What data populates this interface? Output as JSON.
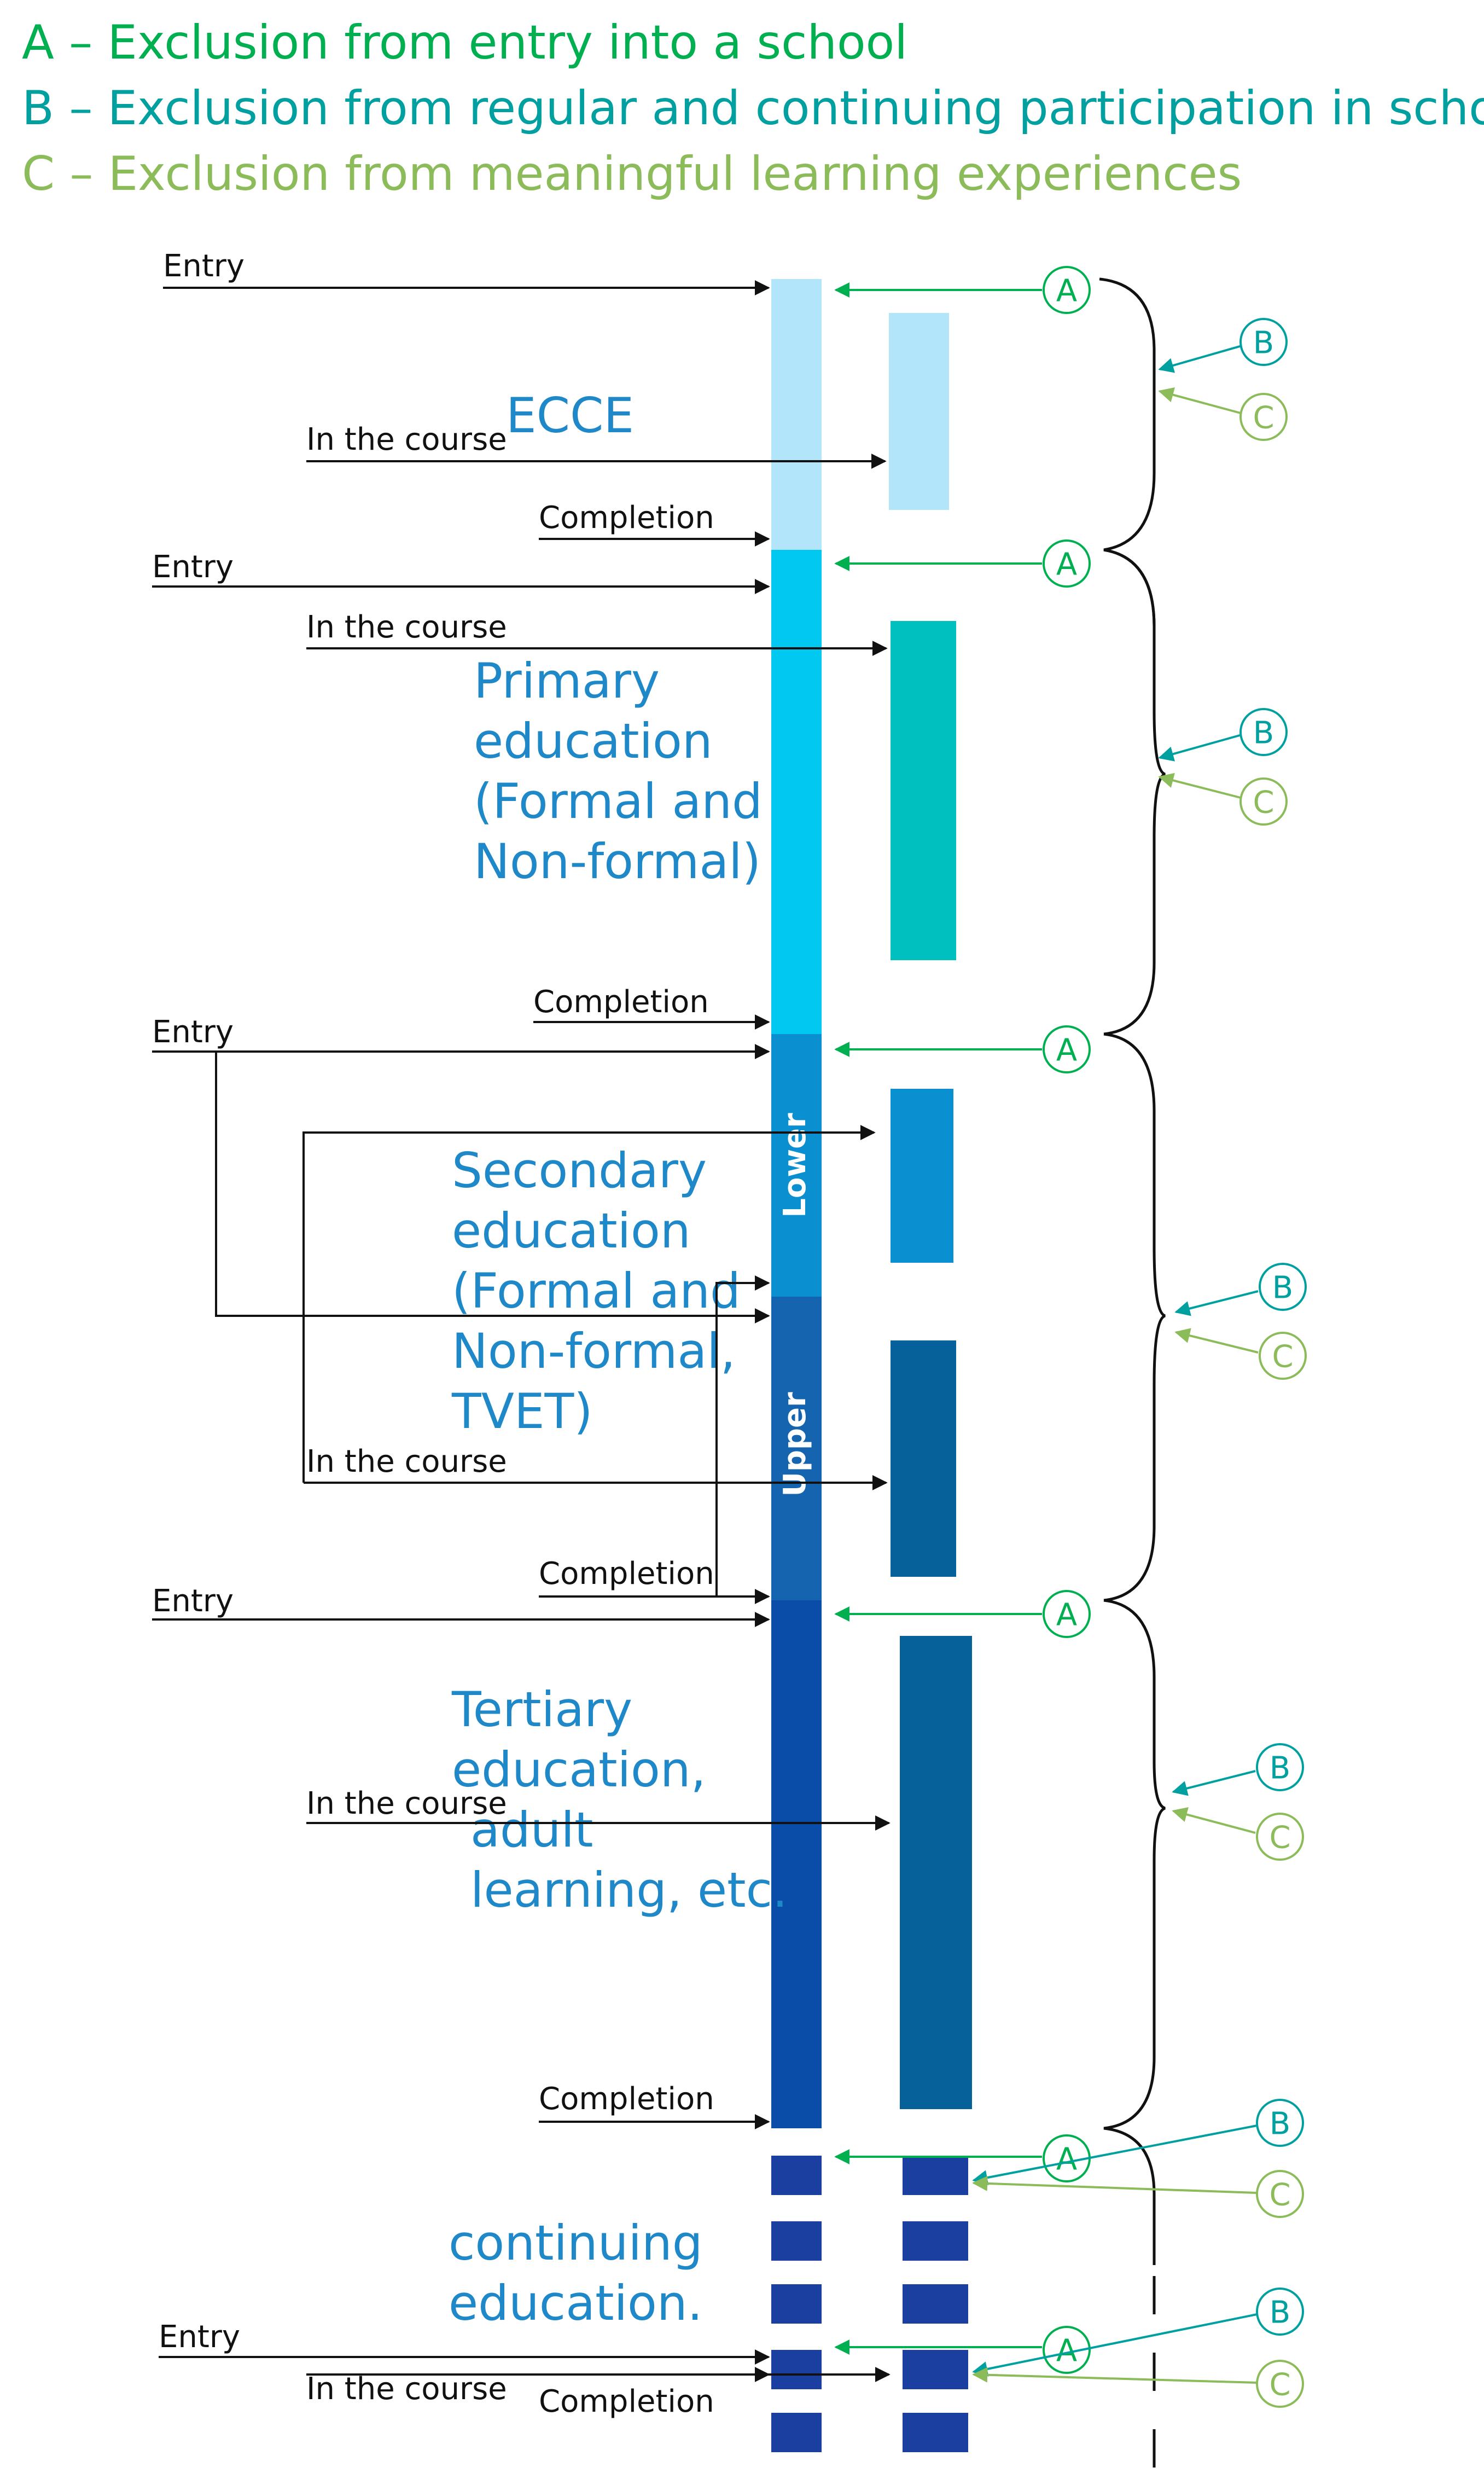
{
  "legend": {
    "a": "A – Exclusion from entry into a school",
    "b": "B – Exclusion from regular and continuing participation in school",
    "c": "C – Exclusion from meaningful learning experiences"
  },
  "colors": {
    "a": "#00b050",
    "b": "#00a0a0",
    "c": "#8cbb5a",
    "ecce": "#b3e5fa",
    "primary_bar": "#00c8f0",
    "primary_block": "#00bfbf",
    "lower": "#0a8fd0",
    "upper": "#1564b0",
    "tertiary": "#0a4da8",
    "dark_block": "#06619a",
    "continuing": "#1a3fa0"
  },
  "labels": {
    "entry": "Entry",
    "in_course": "In the course",
    "completion": "Completion"
  },
  "markers": {
    "a": "A",
    "b": "B",
    "c": "C"
  },
  "stages": {
    "ecce": "ECCE",
    "primary": [
      "Primary",
      "education",
      "(Formal and",
      "Non-formal)"
    ],
    "secondary": [
      "Secondary",
      "education",
      "(Formal and",
      "Non-formal,",
      "TVET)"
    ],
    "lower": "Lower",
    "upper": "Upper",
    "tertiary": [
      "Tertiary",
      "education,",
      "adult",
      "learning, etc."
    ],
    "continuing": [
      "continuing",
      "education."
    ]
  }
}
